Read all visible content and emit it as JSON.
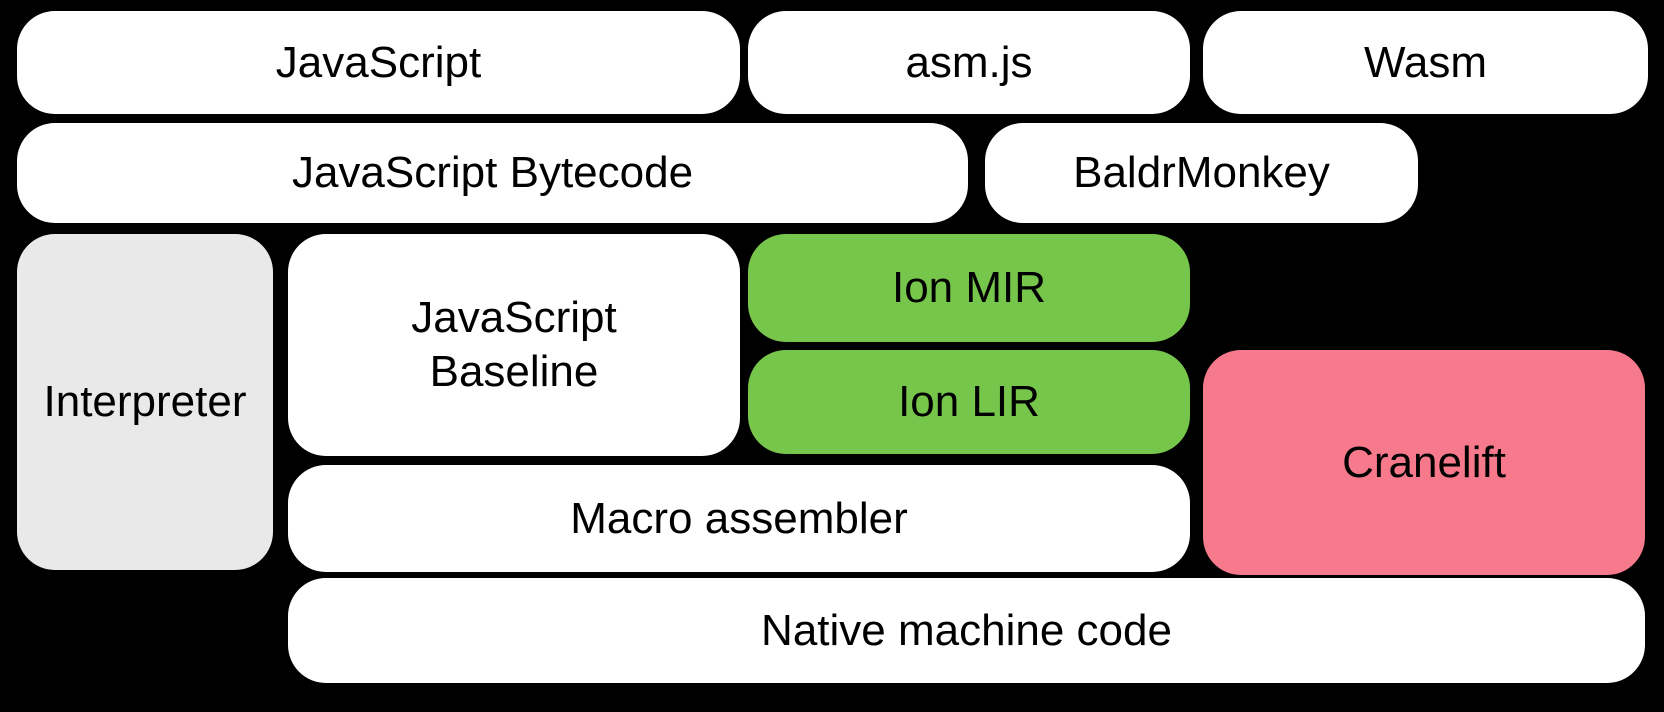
{
  "colors": {
    "background": "#000000",
    "box_white": "#ffffff",
    "box_gray": "#e9e9e9",
    "box_green": "#76c64b",
    "box_pink": "#f67a8c",
    "text": "#000000"
  },
  "boxes": {
    "javascript": {
      "label": "JavaScript"
    },
    "asmjs": {
      "label": "asm.js"
    },
    "wasm": {
      "label": "Wasm"
    },
    "bytecode": {
      "label": "JavaScript Bytecode"
    },
    "baldrmonkey": {
      "label": "BaldrMonkey"
    },
    "interpreter": {
      "label": "Interpreter"
    },
    "baseline": {
      "label": "JavaScript\nBaseline"
    },
    "ion_mir": {
      "label": "Ion MIR"
    },
    "ion_lir": {
      "label": "Ion LIR"
    },
    "cranelift": {
      "label": "Cranelift"
    },
    "macro_assembler": {
      "label": "Macro assembler"
    },
    "native_code": {
      "label": "Native machine code"
    }
  }
}
